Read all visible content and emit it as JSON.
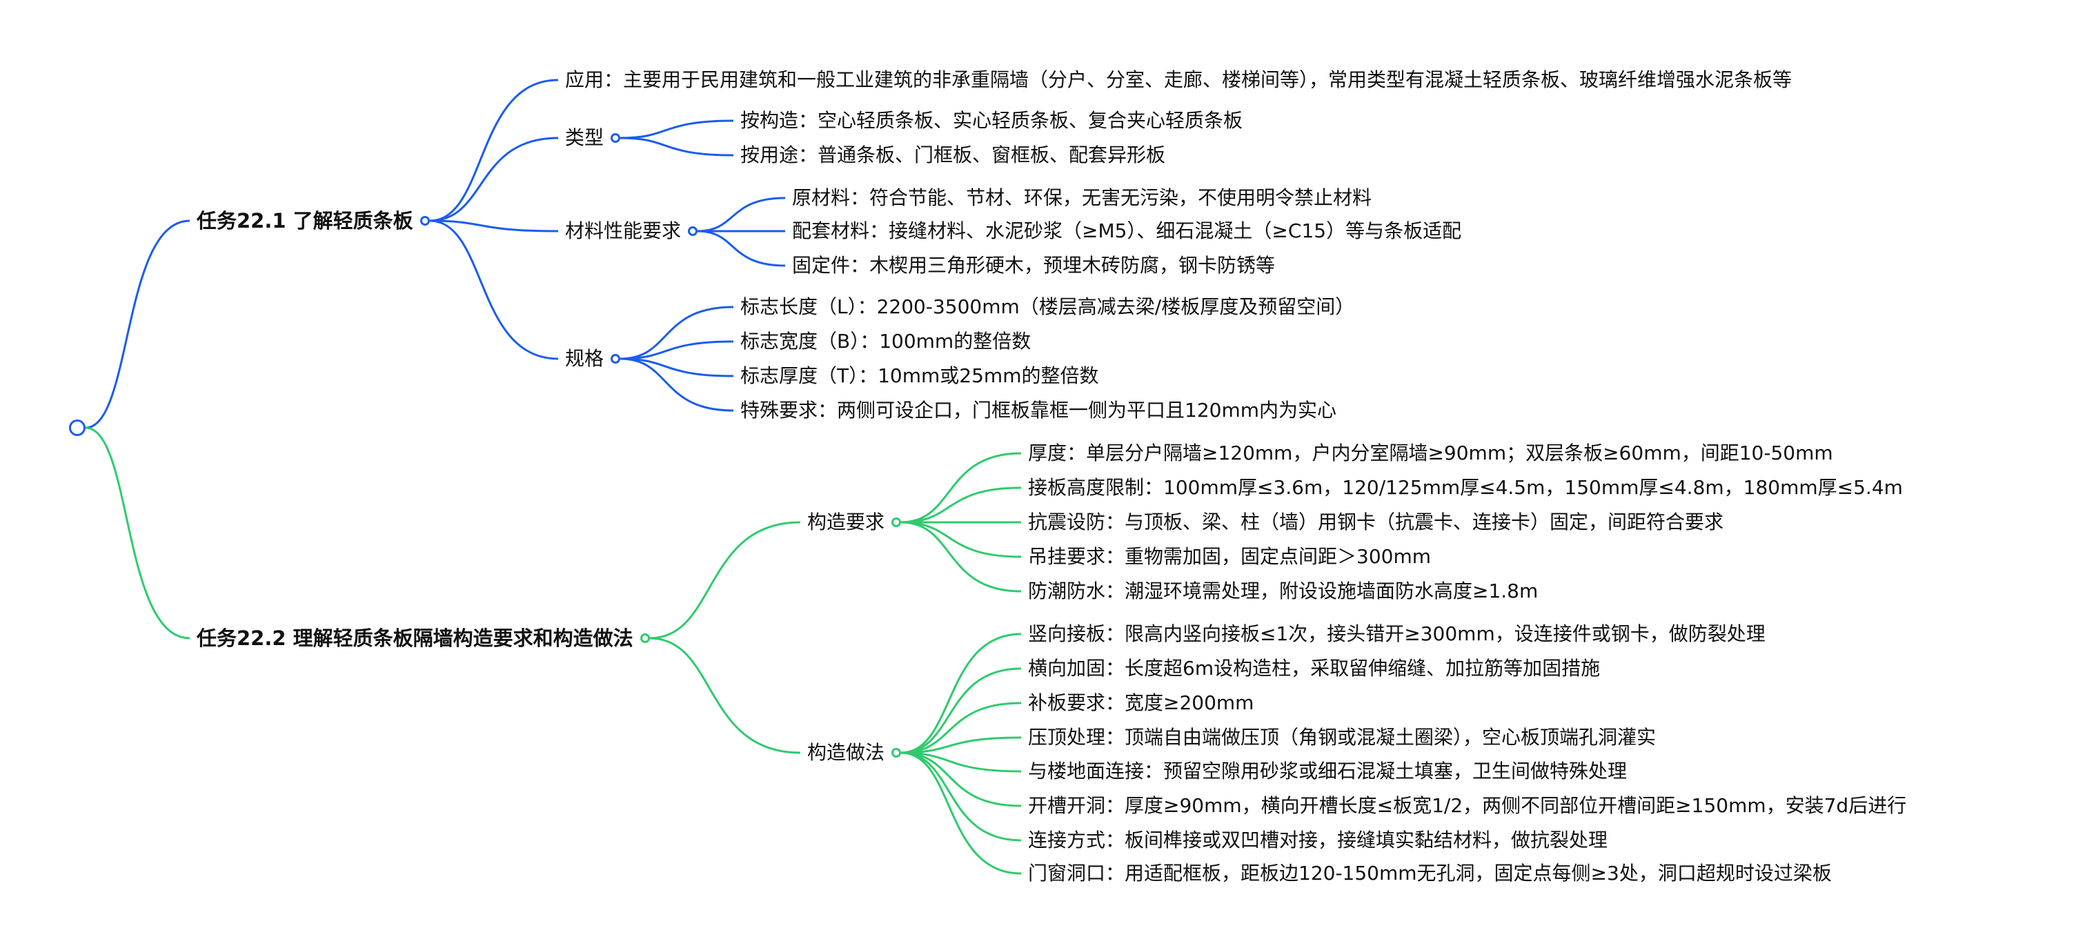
{
  "colors": {
    "branch1": "#1a5cf0",
    "branch2": "#2ecb6e"
  },
  "branch1": {
    "title": "任务22.1 了解轻质条板",
    "application": "应用：主要用于民用建筑和一般工业建筑的非承重隔墙（分户、分室、走廊、楼梯间等），常用类型有混凝土轻质条板、玻璃纤维增强水泥条板等",
    "types": {
      "label": "类型",
      "items": [
        "按构造：空心轻质条板、实心轻质条板、复合夹心轻质条板",
        "按用途：普通条板、门框板、窗框板、配套异形板"
      ]
    },
    "materials": {
      "label": "材料性能要求",
      "items": [
        "原材料：符合节能、节材、环保，无害无污染，不使用明令禁止材料",
        "配套材料：接缝材料、水泥砂浆（≥M5）、细石混凝土（≥C15）等与条板适配",
        "固定件：木楔用三角形硬木，预埋木砖防腐，钢卡防锈等"
      ]
    },
    "specs": {
      "label": "规格",
      "items": [
        "标志长度（L）：2200-3500mm（楼层高减去梁/楼板厚度及预留空间）",
        "标志宽度（B）：100mm的整倍数",
        "标志厚度（T）：10mm或25mm的整倍数",
        "特殊要求：两侧可设企口，门框板靠框一侧为平口且120mm内为实心"
      ]
    }
  },
  "branch2": {
    "title": "任务22.2 理解轻质条板隔墙构造要求和构造做法",
    "requirements": {
      "label": "构造要求",
      "items": [
        "厚度：单层分户隔墙≥120mm，户内分室隔墙≥90mm；双层条板≥60mm，间距10-50mm",
        "接板高度限制：100mm厚≤3.6m，120/125mm厚≤4.5m，150mm厚≤4.8m，180mm厚≤5.4m",
        "抗震设防：与顶板、梁、柱（墙）用钢卡（抗震卡、连接卡）固定，间距符合要求",
        "吊挂要求：重物需加固，固定点间距＞300mm",
        "防潮防水：潮湿环境需处理，附设设施墙面防水高度≥1.8m"
      ]
    },
    "methods": {
      "label": "构造做法",
      "items": [
        "竖向接板：限高内竖向接板≤1次，接头错开≥300mm，设连接件或钢卡，做防裂处理",
        "横向加固：长度超6m设构造柱，采取留伸缩缝、加拉筋等加固措施",
        "补板要求：宽度≥200mm",
        "压顶处理：顶端自由端做压顶（角钢或混凝土圈梁），空心板顶端孔洞灌实",
        "与楼地面连接：预留空隙用砂浆或细石混凝土填塞，卫生间做特殊处理",
        "开槽开洞：厚度≥90mm，横向开槽长度≤板宽1/2，两侧不同部位开槽间距≥150mm，安装7d后进行",
        "连接方式：板间榫接或双凹槽对接，接缝填实黏结材料，做抗裂处理",
        "门窗洞口：用适配框板，距板边120-150mm无孔洞，固定点每侧≥3处，洞口超规时设过梁板"
      ]
    }
  }
}
